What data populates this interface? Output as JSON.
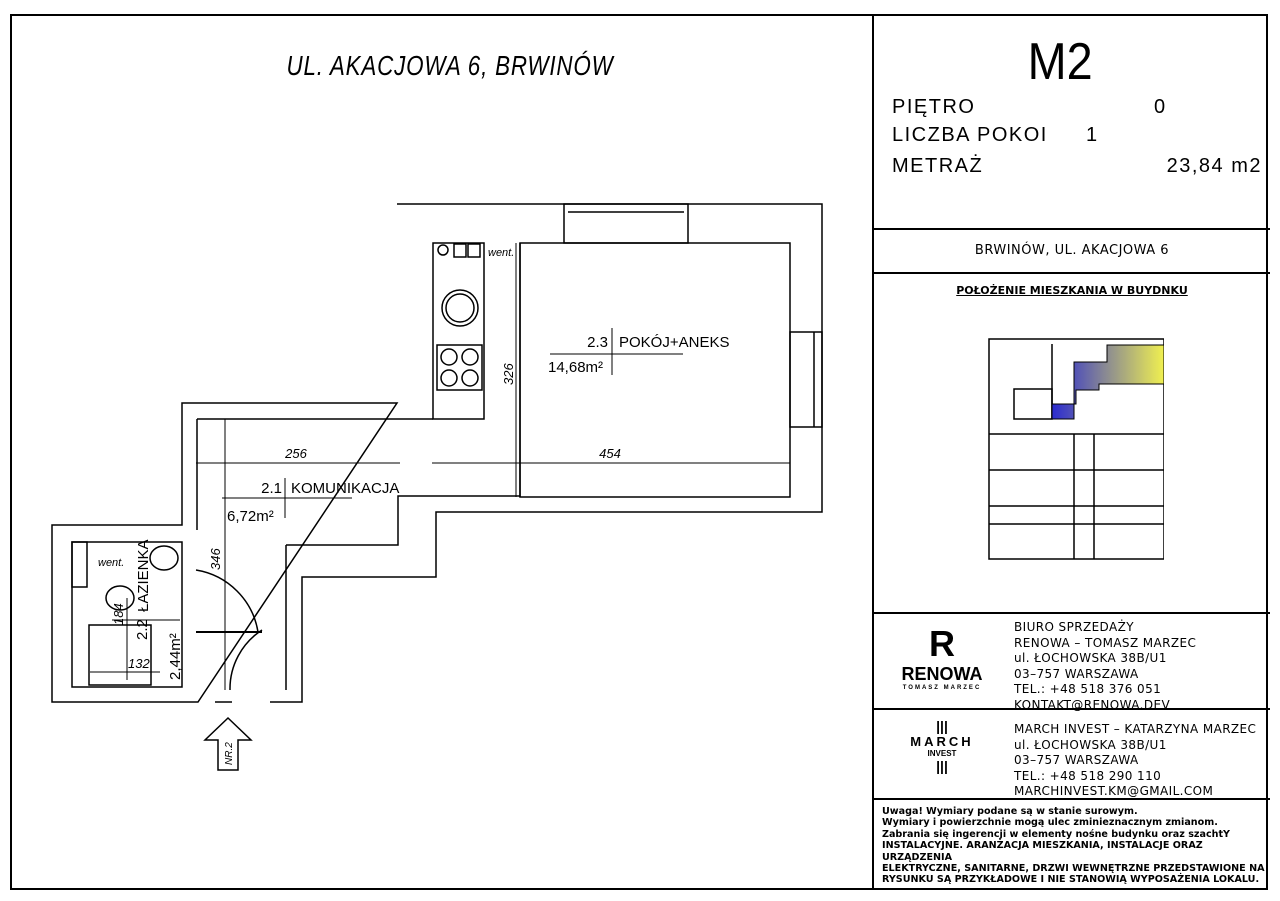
{
  "title": "UL. AKACJOWA 6, BRWINÓW",
  "unit": {
    "name": "M2",
    "floor_label": "PIĘTRO",
    "floor_value": "0",
    "rooms_label": "LICZBA POKOI",
    "rooms_value": "1",
    "area_label": "METRAŻ",
    "area_value": "23,84 m2"
  },
  "address": "BRWINÓW, UL. AKACJOWA 6",
  "location_title": "POŁOŻENIE MIESZKANIA W BUYDNKU",
  "plan": {
    "rooms": [
      {
        "num": "2.3",
        "name": "POKÓJ+ANEKS",
        "area": "14,68m²"
      },
      {
        "num": "2.1",
        "name": "KOMUNIKACJA",
        "area": "6,72m²"
      },
      {
        "num": "2.2",
        "name": "ŁAZIENKA",
        "area": "2,44m²"
      }
    ],
    "dims": {
      "d454": "454",
      "d326": "326",
      "d256": "256",
      "d346": "346",
      "d184": "184",
      "d132": "132"
    },
    "went": "went.",
    "entrance": "NR.2"
  },
  "renowa": {
    "logo": "RENOWA",
    "logo_sub": "TOMASZ MARZEC",
    "lines": [
      "BIURO SPRZEDAŻY",
      "RENOWA – TOMASZ MARZEC",
      "ul.   ŁOCHOWSKA 38B/U1",
      "03–757 WARSZAWA",
      "TEL.: +48 518 376 051",
      "KONTAKT@RENOWA.DEV"
    ]
  },
  "march": {
    "logo": "MARCH",
    "logo_sub": "INVEST",
    "lines": [
      "MARCH INVEST – KATARZYNA MARZEC",
      "ul.   ŁOCHOWSKA 38B/U1",
      "03–757 WARSZAWA",
      "TEL.: +48 518 290 110",
      "MARCHINVEST.KM@GMAIL.COM"
    ]
  },
  "note": [
    "Uwaga! Wymiary podane są w stanie surowym.",
    "Wymiary i powierzchnie mogą ulec zminieznacznym zmianom.",
    "Zabrania się ingerencji w elementy nośne budynku oraz szachtY",
    "INSTALACYJNE. ARANŻACJA MIESZKANIA, INSTALACJE ORAZ URZĄDZENIA",
    "ELEKTRYCZNE, SANITARNE, DRZWI WEWNĘTRZNE PRZEDSTAWIONE NA",
    "RYSUNKU SĄ PRZYKŁADOWE I NIE STANOWIĄ WYPOSAŻENIA LOKALU."
  ],
  "colors": {
    "highlight_start": "#2b2bd0",
    "highlight_end": "#f0f050"
  }
}
